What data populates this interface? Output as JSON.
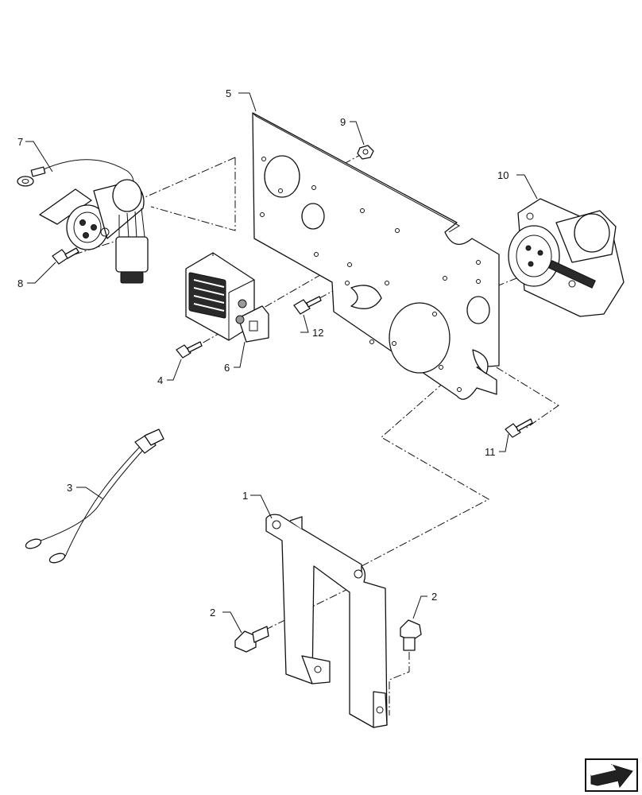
{
  "callouts": {
    "c1": "1",
    "c2a": "2",
    "c2b": "2",
    "c3": "3",
    "c4": "4",
    "c5": "5",
    "c6": "6",
    "c7": "7",
    "c8": "8",
    "c9": "9",
    "c10": "10",
    "c11": "11",
    "c12": "12"
  },
  "icons": {
    "nav": "next-page-arrow-icon"
  }
}
